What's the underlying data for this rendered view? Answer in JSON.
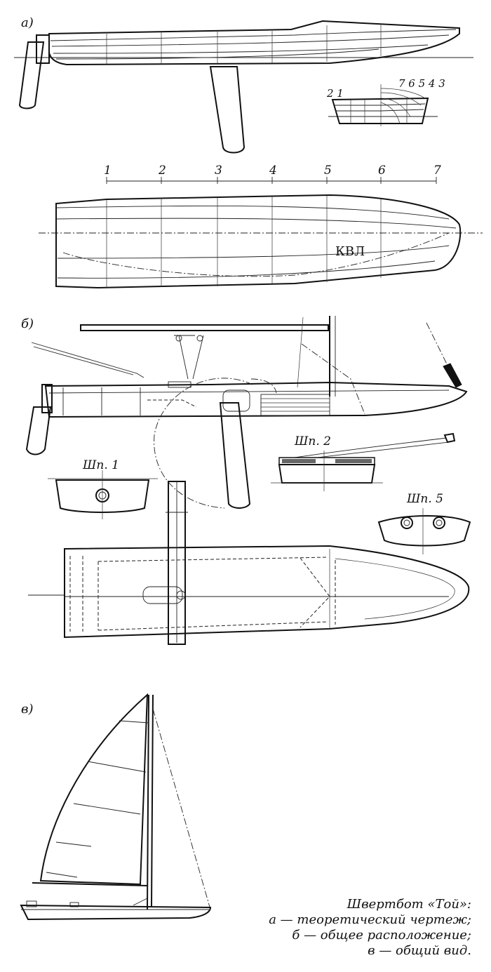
{
  "panels": {
    "a_label": "а)",
    "b_label": "б)",
    "v_label": "в)"
  },
  "station_scale": [
    "1",
    "2",
    "3",
    "4",
    "5",
    "6",
    "7"
  ],
  "body_plan_left_label": "2 1",
  "body_plan_right_label": "7 6 5 4 3",
  "waterline_label": "КВЛ",
  "sections": {
    "sp1": "Шп. 1",
    "sp2": "Шп. 2",
    "sp5": "Шп. 5"
  },
  "caption": {
    "title": "Швертбот «Той»:",
    "line_a": "а — теоретический чертеж;",
    "line_b": "б — общее расположение;",
    "line_v": "в — общий вид."
  }
}
